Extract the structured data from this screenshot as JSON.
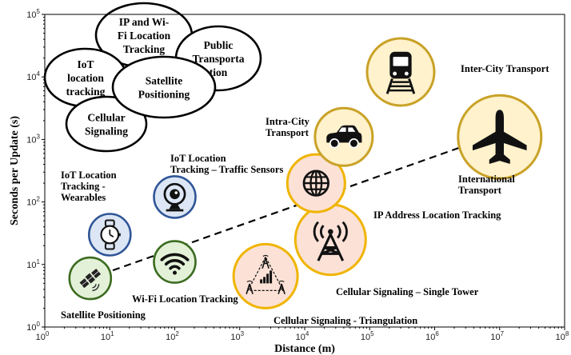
{
  "chart_data": {
    "type": "scatter",
    "xlabel": "Distance (m)",
    "ylabel": "Seconds per Update (s)",
    "xscale": "log",
    "yscale": "log",
    "xlim": [
      1,
      100000000
    ],
    "ylim": [
      1,
      100000
    ],
    "x_ticks": [
      1,
      10,
      100,
      1000,
      10000,
      100000,
      1000000,
      10000000,
      100000000
    ],
    "x_tick_labels": [
      [
        "10",
        "0"
      ],
      [
        "10",
        "1"
      ],
      [
        "10",
        "2"
      ],
      [
        "10",
        "3"
      ],
      [
        "10",
        "4"
      ],
      [
        "10",
        "5"
      ],
      [
        "10",
        "6"
      ],
      [
        "10",
        "7"
      ],
      [
        "10",
        "8"
      ]
    ],
    "y_ticks": [
      1,
      10,
      100,
      1000,
      10000,
      100000
    ],
    "y_tick_labels": [
      [
        "10",
        "0"
      ],
      [
        "10",
        "1"
      ],
      [
        "10",
        "2"
      ],
      [
        "10",
        "3"
      ],
      [
        "10",
        "4"
      ],
      [
        "10",
        "5"
      ]
    ],
    "grid": false,
    "trend_line": {
      "style": "dashed",
      "from": [
        5,
        6
      ],
      "to": [
        3000000,
        800
      ]
    },
    "points": [
      {
        "label": "Satellite Positioning",
        "x": 5,
        "y": 6,
        "icon": "satellite-icon",
        "border": "#3b6b1f",
        "fill": "#e3f1d8"
      },
      {
        "label": "Wi-Fi Location Tracking",
        "x": 100,
        "y": 11,
        "icon": "wifi-icon",
        "border": "#3b6b1f",
        "fill": "#e3f1d8"
      },
      {
        "label": "IoT Location Tracking - Wearables",
        "x": 10,
        "y": 30,
        "icon": "watch-icon",
        "border": "#2f5597",
        "fill": "#dce6f4"
      },
      {
        "label": "IoT Location Tracking – Traffic Sensors",
        "x": 100,
        "y": 120,
        "icon": "webcam-icon",
        "border": "#2f5597",
        "fill": "#dce6f4"
      },
      {
        "label": "Cellular Signaling - Triangulation",
        "x": 2500,
        "y": 6.5,
        "icon": "cell-towers-icon",
        "border": "#f0b400",
        "fill": "#fbe1d6"
      },
      {
        "label": "Cellular Signaling – Single Tower",
        "x": 25000,
        "y": 25,
        "icon": "cell-tower-icon",
        "border": "#f0b400",
        "fill": "#fbe1d6"
      },
      {
        "label": "IP Address Location Tracking",
        "x": 15000,
        "y": 200,
        "icon": "globe-icon",
        "border": "#f0b400",
        "fill": "#fbe1d6"
      },
      {
        "label": "Intra-City Transport",
        "x": 40000,
        "y": 1100,
        "icon": "car-icon",
        "border": "#c9a227",
        "fill": "#fff2cc"
      },
      {
        "label": "Inter-City Transport",
        "x": 300000,
        "y": 12000,
        "icon": "train-icon",
        "border": "#c9a227",
        "fill": "#fff2cc"
      },
      {
        "label": "International Transport",
        "x": 10000000,
        "y": 1100,
        "icon": "airplane-icon",
        "border": "#c9a227",
        "fill": "#fff2cc"
      }
    ],
    "annotations": [
      {
        "name": "label-iot-wearables",
        "lines": [
          "IoT Location",
          "Tracking -",
          "Wearables"
        ]
      },
      {
        "name": "label-iot-traffic",
        "lines": [
          "IoT Location",
          "Tracking – Traffic Sensors"
        ]
      },
      {
        "name": "label-satellite",
        "lines": [
          "Satellite Positioning"
        ]
      },
      {
        "name": "label-wifi",
        "lines": [
          "Wi-Fi Location Tracking"
        ]
      },
      {
        "name": "label-triangulation",
        "lines": [
          "Cellular Signaling - Triangulation"
        ]
      },
      {
        "name": "label-single-tower",
        "lines": [
          "Cellular Signaling – Single Tower"
        ]
      },
      {
        "name": "label-ip-address",
        "lines": [
          "IP Address Location Tracking"
        ]
      },
      {
        "name": "label-intra-city",
        "lines": [
          "Intra-City",
          "Transport"
        ]
      },
      {
        "name": "label-inter-city",
        "lines": [
          "Inter-City Transport"
        ]
      },
      {
        "name": "label-international",
        "lines": [
          "International",
          "Transport"
        ]
      }
    ],
    "legend_bubbles": [
      {
        "name": "bubble-ip-wifi",
        "lines": [
          "IP and Wi-",
          "Fi Location",
          "Tracking"
        ]
      },
      {
        "name": "bubble-public-transport",
        "lines": [
          "Public",
          "Transporta",
          "tion"
        ]
      },
      {
        "name": "bubble-iot",
        "lines": [
          "IoT",
          "location",
          "tracking"
        ]
      },
      {
        "name": "bubble-satellite",
        "lines": [
          "Satellite",
          "Positioning"
        ]
      },
      {
        "name": "bubble-cellular",
        "lines": [
          "Cellular",
          "Signaling"
        ]
      }
    ]
  }
}
